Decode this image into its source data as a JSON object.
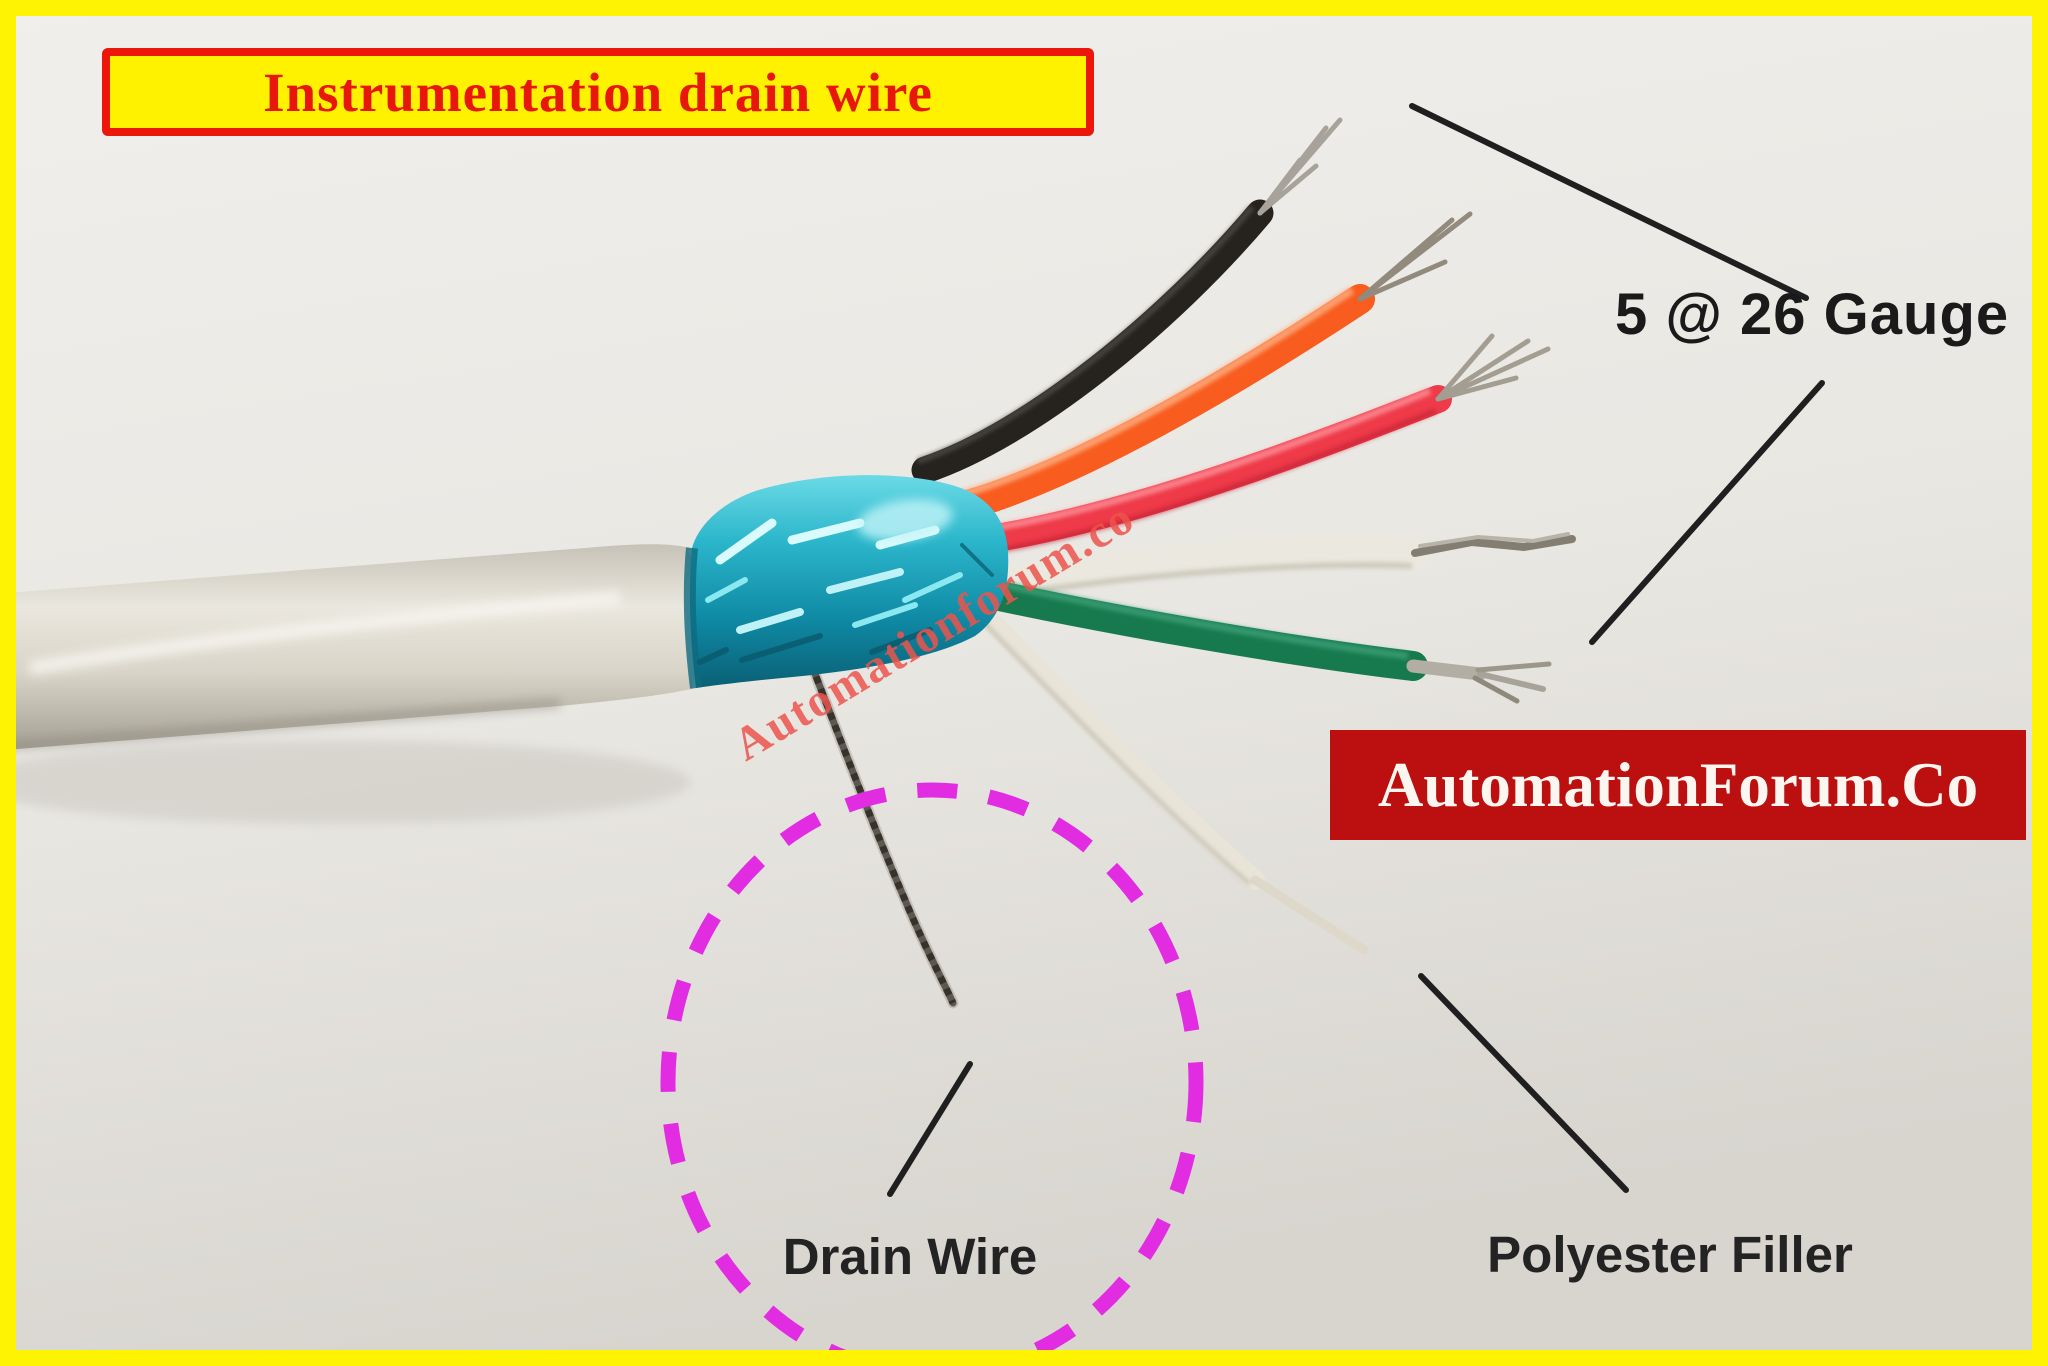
{
  "image_type": "annotated photograph of a stripped instrumentation cable",
  "frame": {
    "border_color": "#fdf303"
  },
  "title_box": {
    "label": "Instrumentation drain wire",
    "background": "#fff200",
    "border_color": "#ed160b",
    "text_color": "#e8170b"
  },
  "callouts": {
    "gauge": {
      "label": "5 @ 26 Gauge",
      "text_color": "#1a1a1a"
    },
    "drain": {
      "label": "Drain Wire",
      "text_color": "#232323",
      "highlight_ellipse_color": "#e22ce2",
      "highlight_ellipse_style": "dashed"
    },
    "filler": {
      "label": "Polyester Filler",
      "text_color": "#232323"
    },
    "pointer_line_color": "#1f1f1f"
  },
  "watermark": {
    "text": "Automationforum.co",
    "color": "#ec544c"
  },
  "brand_banner": {
    "label": "AutomationForum.Co",
    "background": "#bc0f0f",
    "text_color": "#fbf7f0"
  },
  "photo": {
    "cable": {
      "jacket_color": "#d9d5ca",
      "shield_foil_color": "#17a3bd"
    },
    "conductors": [
      {
        "name": "black wire",
        "color": "#26231f"
      },
      {
        "name": "orange wire",
        "color": "#f85c1e"
      },
      {
        "name": "red wire",
        "color": "#ee3a49"
      },
      {
        "name": "white wire",
        "color": "#ebe8df"
      },
      {
        "name": "green wire",
        "color": "#177a4f"
      }
    ],
    "drain_wire_color": "#5d584f",
    "polyester_filler_color": "#e8e4d8",
    "background_color": "#e9e7e2"
  }
}
